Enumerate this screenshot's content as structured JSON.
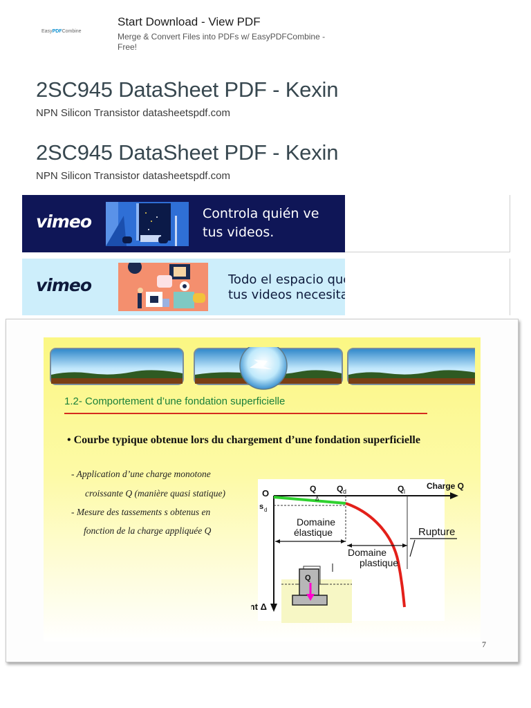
{
  "ad": {
    "logo_prefix": "Easy",
    "logo_brand": "PDF",
    "logo_suffix": "Combine",
    "title": "Start Download - View PDF",
    "description": "Merge & Convert Files into PDFs w/ EasyPDFCombine - Free!"
  },
  "results": [
    {
      "title": "2SC945 DataSheet PDF - Kexin",
      "subtitle": "NPN Silicon Transistor datasheetspdf.com"
    },
    {
      "title": "2SC945 DataSheet PDF - Kexin",
      "subtitle": "NPN Silicon Transistor datasheetspdf.com"
    }
  ],
  "banners": [
    {
      "brand": "vimeo",
      "line1": "Controla quién ve",
      "line2": "tus videos.",
      "bg": "#0f1657",
      "fg": "#ffffff"
    },
    {
      "brand": "vimeo",
      "line1": "Todo el espacio que",
      "line2": "tus videos necesitan",
      "bg": "#cdeefb",
      "fg": "#0e1a3c"
    }
  ],
  "slide": {
    "heading": "1.2- Comportement d’une fondation superficielle",
    "bullet": "• Courbe typique obtenue lors du chargement d’une fondation superficielle",
    "lines": [
      "- Application d’une charge monotone",
      "croissante Q (manière quasi statique)",
      "- Mesure des tassements s obtenus en",
      "fonction de la charge appliquée Q"
    ],
    "page_number": "7",
    "graph": {
      "origin": "O",
      "q": "Q",
      "qd": "Q",
      "qd_sub": "d",
      "ql": "Q",
      "ql_sub": "l",
      "x_axis": "Charge Q",
      "sd": "s",
      "sd_sub": "d",
      "delta": "Δ",
      "elastic_1": "Domaine",
      "elastic_2": "élastique",
      "plastic_1": "Domaine",
      "plastic_2": "plastique",
      "rupture": "Rupture",
      "y_axis": "Tassement Δ",
      "footing_q": "Q"
    }
  }
}
